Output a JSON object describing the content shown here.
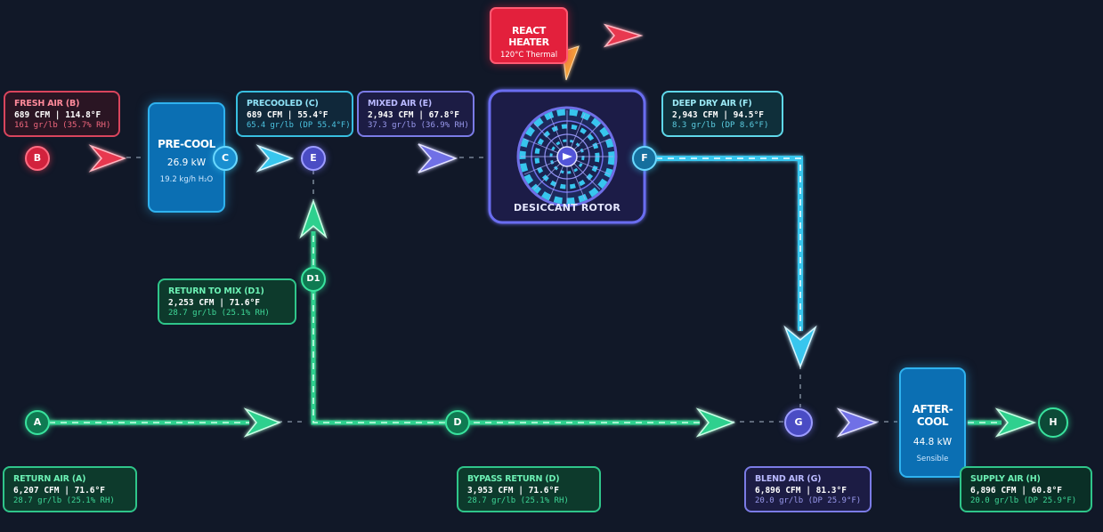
{
  "colors": {
    "background": "#111828",
    "red": "#e8374f",
    "cyan": "#37c6ee",
    "purple": "#6f6fe6",
    "green": "#2fd08e",
    "heater": "#e8203c"
  },
  "heater": {
    "title": "REACT HEATER",
    "subtitle": "120°C Thermal"
  },
  "precool": {
    "title": "PRE-COOL",
    "value": "26.9 kW",
    "sub": "19.2 kg/h H₂O"
  },
  "aftercool": {
    "title": "AFTER-COOL",
    "value": "44.8 kW",
    "sub": "Sensible"
  },
  "rotor": {
    "label": "DESICCANT ROTOR"
  },
  "nodes": {
    "A": "A",
    "B": "B",
    "C": "C",
    "D": "D",
    "D1": "D1",
    "E": "E",
    "F": "F",
    "G": "G",
    "H": "H"
  },
  "streams": {
    "fresh": {
      "title": "FRESH AIR (B)",
      "line1": "689 CFM | 114.8°F",
      "line2": "161 gr/lb (35.7% RH)"
    },
    "precooled": {
      "title": "PRECOOLED (C)",
      "line1": "689 CFM | 55.4°F",
      "line2": "65.4 gr/lb (DP 55.4°F)"
    },
    "mixed": {
      "title": "MIXED AIR (E)",
      "line1": "2,943 CFM | 67.8°F",
      "line2": "37.3 gr/lb (36.9% RH)"
    },
    "deepdry": {
      "title": "DEEP DRY AIR (F)",
      "line1": "2,943 CFM | 94.5°F",
      "line2": "8.3 gr/lb (DP 8.6°F)"
    },
    "returnmix": {
      "title": "RETURN TO MIX (D1)",
      "line1": "2,253 CFM | 71.6°F",
      "line2": "28.7 gr/lb (25.1% RH)"
    },
    "returnair": {
      "title": "RETURN AIR (A)",
      "line1": "6,207 CFM | 71.6°F",
      "line2": "28.7 gr/lb (25.1% RH)"
    },
    "bypass": {
      "title": "BYPASS RETURN (D)",
      "line1": "3,953 CFM | 71.6°F",
      "line2": "28.7 gr/lb (25.1% RH)"
    },
    "blend": {
      "title": "BLEND AIR (G)",
      "line1": "6,896 CFM | 81.3°F",
      "line2": "20.0 gr/lb (DP 25.9°F)"
    },
    "supply": {
      "title": "SUPPLY AIR (H)",
      "line1": "6,896 CFM | 60.8°F",
      "line2": "20.0 gr/lb (DP 25.9°F)"
    }
  }
}
